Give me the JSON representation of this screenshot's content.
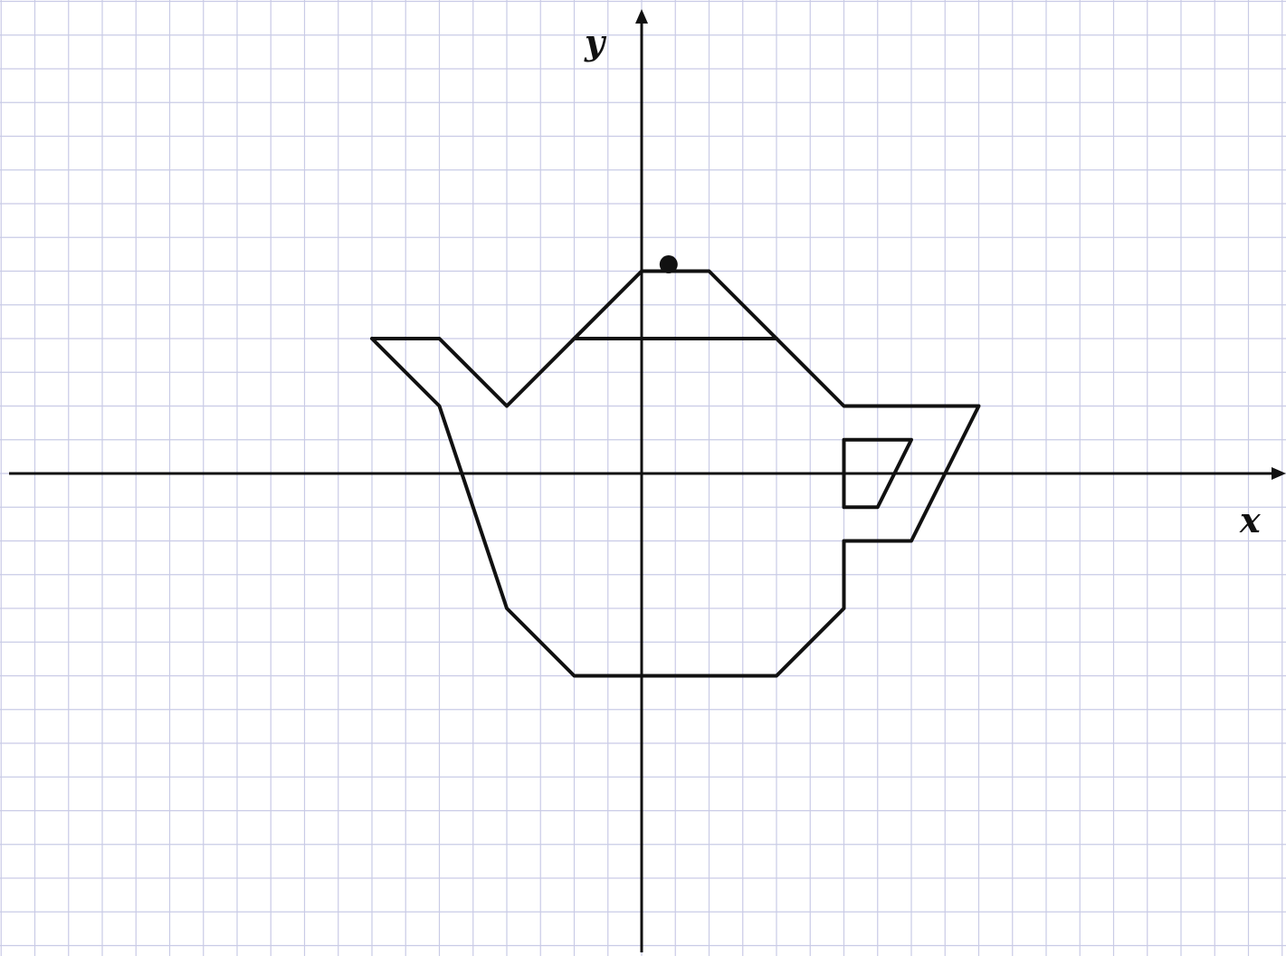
{
  "axes": {
    "x_label": "x",
    "y_label": "y"
  },
  "grid": {
    "visible": true,
    "color": "#c9cbe6"
  },
  "colors": {
    "line": "#111111",
    "background": "#ffffff"
  },
  "figure": {
    "subject": "teapot",
    "outline": [
      [
        -4,
        2
      ],
      [
        -3,
        2
      ],
      [
        -2,
        1
      ],
      [
        0,
        3
      ],
      [
        1,
        3
      ],
      [
        3,
        1
      ],
      [
        5,
        1
      ],
      [
        4,
        -1
      ],
      [
        3,
        -1
      ],
      [
        3,
        -2
      ],
      [
        2,
        -3
      ],
      [
        -1,
        -3
      ],
      [
        -2,
        -2
      ],
      [
        -3,
        1
      ],
      [
        -4,
        2
      ]
    ],
    "lid_line": [
      [
        -1,
        2
      ],
      [
        2,
        2
      ]
    ],
    "handle_hole": [
      [
        3,
        0.5
      ],
      [
        4,
        0.5
      ],
      [
        3.5,
        -0.5
      ],
      [
        3,
        -0.5
      ],
      [
        3,
        0.5
      ]
    ],
    "knob": [
      0.4,
      3.1
    ]
  }
}
